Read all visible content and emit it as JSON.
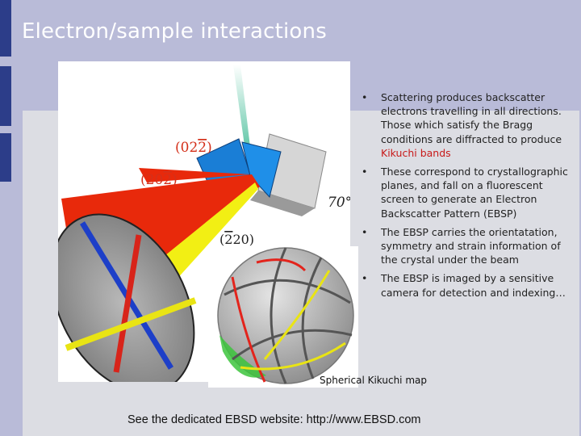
{
  "slide": {
    "title": "Electron/sample interactions",
    "footer": "See the dedicated EBSD website:   http://www.EBSD.com",
    "caption": "Spherical Kikuchi map"
  },
  "figure": {
    "labels": {
      "plane1_top": "(02",
      "plane1_bar": "2",
      "plane1_close": ")",
      "plane2_top": "(20",
      "plane2_bar": "2",
      "plane2_close": ")",
      "plane3_open": "(",
      "plane3_bar": "2",
      "plane3_rest": "20)",
      "angle": "70°"
    },
    "colors": {
      "beam": "#2fb58c",
      "red_cone": "#e8290b",
      "yellow_cone": "#f2ef14",
      "blue_crystal": "#1a7ed6",
      "grey_block": "#c4c4c4",
      "label_red": "#d4301a"
    }
  },
  "bullets": [
    {
      "text_before": "Scattering produces backscatter electrons travelling in all directions. Those which satisfy the Bragg conditions are diffracted to produce ",
      "highlight": "Kikuchi bands",
      "text_after": ""
    },
    {
      "text_before": "These correspond to crystallographic planes, and fall on a fluorescent screen to generate an Electron Backscatter Pattern (EBSP)",
      "highlight": "",
      "text_after": ""
    },
    {
      "text_before": "The EBSP carries the orientatation, symmetry and strain information of the crystal under the beam",
      "highlight": "",
      "text_after": ""
    },
    {
      "text_before": "The EBSP is imaged by a sensitive camera for detection and indexing…",
      "highlight": "",
      "text_after": ""
    }
  ],
  "bullet_glyph": "•"
}
